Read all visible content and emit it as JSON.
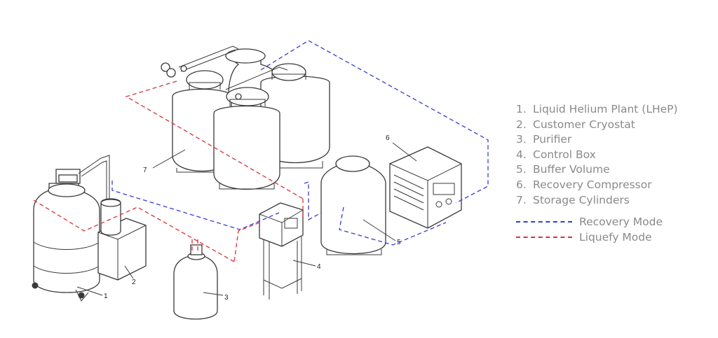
{
  "legend": {
    "items": [
      {
        "number": "1.",
        "label": "Liquid Helium Plant (LHeP)"
      },
      {
        "number": "2.",
        "label": "Customer Cryostat"
      },
      {
        "number": "3.",
        "label": "Purifier"
      },
      {
        "number": "4.",
        "label": "Control Box"
      },
      {
        "number": "5.",
        "label": "Buffer Volume"
      },
      {
        "number": "6.",
        "label": "Recovery Compressor"
      },
      {
        "number": "7.",
        "label": "Storage Cylinders"
      }
    ],
    "modes": [
      {
        "label": "Recovery Mode",
        "color": "#3b3bd6"
      },
      {
        "label": "Liquefy Mode",
        "color": "#d8323c"
      }
    ]
  },
  "callouts": {
    "c1": "1",
    "c2": "2",
    "c3": "3",
    "c4": "4",
    "c5": "5",
    "c6": "6",
    "c7": "7"
  },
  "colors": {
    "line": "#3a3a3a",
    "text": "#8a8a8a"
  }
}
